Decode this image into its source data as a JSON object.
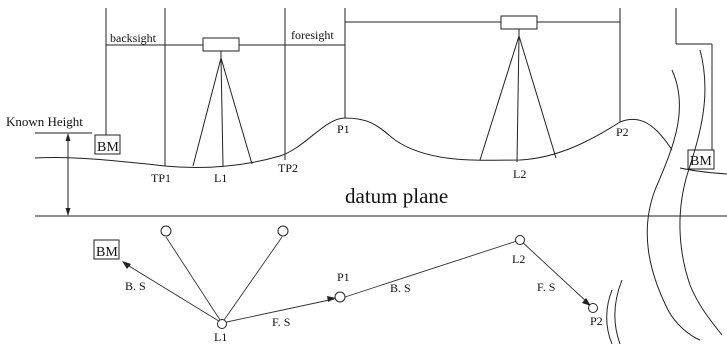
{
  "labels": {
    "known_height": "Known Height",
    "bm_left": "BM",
    "bm_right": "BM",
    "bm_plan": "BM",
    "backsight": "backsight",
    "foresight": "foresight",
    "tp1": "TP1",
    "l1": "L1",
    "tp2": "TP2",
    "p1": "P1",
    "l2": "L2",
    "p2": "P2",
    "datum_plane": "datum plane",
    "plan_bs1": "B. S",
    "plan_l1": "L1",
    "plan_fs1": "F. S",
    "plan_p1": "P1",
    "plan_bs2": "B. S",
    "plan_l2": "L2",
    "plan_fs2": "F. S",
    "plan_p2": "P2"
  }
}
